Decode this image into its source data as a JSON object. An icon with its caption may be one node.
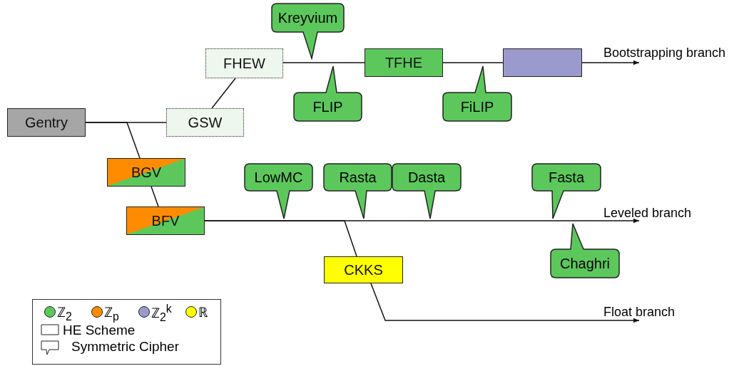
{
  "diagram": {
    "nodes": [
      {
        "text": [
          "Kreyvium"
        ]
      },
      {
        "text": [
          "FHEW"
        ]
      },
      {
        "text": [
          "TFHE"
        ]
      },
      {
        "text": [],
        "shape": "box"
      },
      {
        "text": [
          "FLIP"
        ]
      },
      {
        "text": [
          "FiLIP"
        ]
      },
      {
        "text": [
          "Gentry"
        ]
      },
      {
        "text": [
          "GSW"
        ]
      },
      {
        "text": [
          "BGV"
        ]
      },
      {
        "text": [
          "LowMC"
        ]
      },
      {
        "text": [
          "Rasta"
        ]
      },
      {
        "text": [
          "Dasta"
        ]
      },
      {
        "text": [
          "Fasta"
        ]
      },
      {
        "text": [
          "BFV"
        ]
      },
      {
        "text": [
          "CKKS"
        ]
      },
      {
        "text": [
          "Chaghri"
        ]
      },
      {
        "text": [
          "Bootstrapping branch"
        ]
      },
      {
        "text": [
          "Leveled branch"
        ]
      },
      {
        "text": [
          "Float branch"
        ]
      }
    ],
    "edges": [
      {
        "from": 6,
        "to": 7,
        "arrow": "none"
      },
      {
        "from": 7,
        "to": 1,
        "arrow": "none"
      },
      {
        "from": 1,
        "to": 2,
        "arrow": "none"
      },
      {
        "from": 2,
        "to": 3,
        "arrow": "none"
      },
      {
        "from": 3,
        "to": 16,
        "arrow": "to"
      },
      {
        "from": 6,
        "to": 8,
        "arrow": "none"
      },
      {
        "from": 8,
        "to": 13,
        "arrow": "none"
      },
      {
        "from": 13,
        "to": 17,
        "arrow": "to"
      },
      {
        "from": 13,
        "to": 14,
        "arrow": "none"
      },
      {
        "from": 14,
        "to": 18,
        "arrow": "to"
      }
    ],
    "legend": [
      {
        "text": "ℤ$_{2}$",
        "color": "#5cc85c"
      },
      {
        "text": "ℤ$_{p}$",
        "color": "#ff8c00"
      },
      {
        "text": "ℤ$_{2}$$^{k}$",
        "color": "#9a9acc"
      },
      {
        "text": "ℝ",
        "color": "#ffff00"
      },
      {
        "text": "HE Scheme"
      },
      {
        "text": "Symmetric Cipher"
      }
    ]
  }
}
